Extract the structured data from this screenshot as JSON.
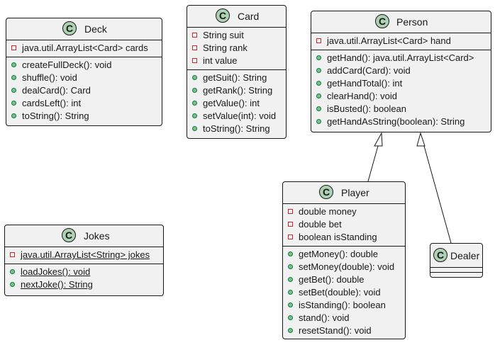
{
  "classes": {
    "deck": {
      "name": "Deck",
      "icon": "C",
      "attributes": [
        {
          "visibility": "private",
          "text": "java.util.ArrayList<Card> cards"
        }
      ],
      "methods": [
        {
          "visibility": "public",
          "text": "createFullDeck(): void"
        },
        {
          "visibility": "public",
          "text": "shuffle(): void"
        },
        {
          "visibility": "public",
          "text": "dealCard(): Card"
        },
        {
          "visibility": "public",
          "text": "cardsLeft(): int"
        },
        {
          "visibility": "public",
          "text": "toString(): String"
        }
      ]
    },
    "card": {
      "name": "Card",
      "icon": "C",
      "attributes": [
        {
          "visibility": "private",
          "text": "String suit"
        },
        {
          "visibility": "private",
          "text": "String rank"
        },
        {
          "visibility": "private",
          "text": "int value"
        }
      ],
      "methods": [
        {
          "visibility": "public",
          "text": "getSuit(): String"
        },
        {
          "visibility": "public",
          "text": "getRank(): String"
        },
        {
          "visibility": "public",
          "text": "getValue(): int"
        },
        {
          "visibility": "public",
          "text": "setValue(int): void"
        },
        {
          "visibility": "public",
          "text": "toString(): String"
        }
      ]
    },
    "person": {
      "name": "Person",
      "icon": "C",
      "attributes": [
        {
          "visibility": "private",
          "text": "java.util.ArrayList<Card> hand"
        }
      ],
      "methods": [
        {
          "visibility": "public",
          "text": "getHand(): java.util.ArrayList<Card>"
        },
        {
          "visibility": "public",
          "text": "addCard(Card): void"
        },
        {
          "visibility": "public",
          "text": "getHandTotal(): int"
        },
        {
          "visibility": "public",
          "text": "clearHand(): void"
        },
        {
          "visibility": "public",
          "text": "isBusted(): boolean"
        },
        {
          "visibility": "public",
          "text": "getHandAsString(boolean): String"
        }
      ]
    },
    "jokes": {
      "name": "Jokes",
      "icon": "C",
      "attributes": [
        {
          "visibility": "private",
          "text": "java.util.ArrayList<String> jokes",
          "static": true
        }
      ],
      "methods": [
        {
          "visibility": "public",
          "text": "loadJokes(): void",
          "static": true
        },
        {
          "visibility": "public",
          "text": "nextJoke(): String",
          "static": true
        }
      ]
    },
    "player": {
      "name": "Player",
      "icon": "C",
      "attributes": [
        {
          "visibility": "private",
          "text": "double money"
        },
        {
          "visibility": "private",
          "text": "double bet"
        },
        {
          "visibility": "private",
          "text": "boolean isStanding"
        }
      ],
      "methods": [
        {
          "visibility": "public",
          "text": "getMoney(): double"
        },
        {
          "visibility": "public",
          "text": "setMoney(double): void"
        },
        {
          "visibility": "public",
          "text": "getBet(): double"
        },
        {
          "visibility": "public",
          "text": "setBet(double): void"
        },
        {
          "visibility": "public",
          "text": "isStanding(): boolean"
        },
        {
          "visibility": "public",
          "text": "stand(): void"
        },
        {
          "visibility": "public",
          "text": "resetStand(): void"
        }
      ]
    },
    "dealer": {
      "name": "Dealer",
      "icon": "C",
      "attributes": [],
      "methods": []
    }
  },
  "relations": [
    {
      "type": "inheritance",
      "from": "Player",
      "to": "Person"
    },
    {
      "type": "inheritance",
      "from": "Dealer",
      "to": "Person"
    }
  ],
  "colors": {
    "class_fill": "#f1f1f1",
    "class_icon": "#add1b2",
    "private_marker": "#c82930",
    "public_marker": "#84be84",
    "line": "#181818"
  }
}
